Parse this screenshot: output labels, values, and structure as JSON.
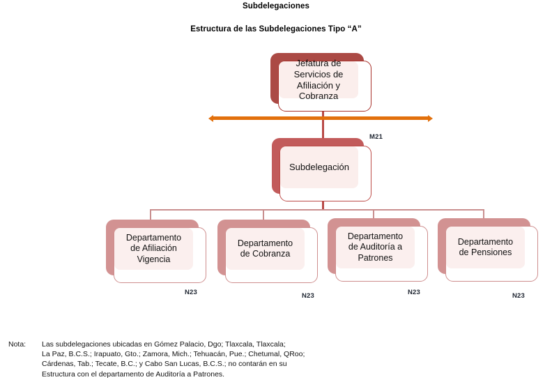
{
  "titles": {
    "main": "Subdelegaciones",
    "sub": "Estructura de las Subdelegaciones Tipo “A”"
  },
  "colors": {
    "top_shadow": "#AB4A45",
    "top_border": "#A8322C",
    "mid_shadow": "#C25B5B",
    "mid_border": "#BD4C48",
    "dept_shadow": "#D29292",
    "dept_border": "#CE8D8D",
    "plate_fill": "#FBEEEC",
    "connector": "#C98F8F",
    "connector_dark": "#B94A47",
    "arrow": "#E2700C",
    "text": "#111111",
    "code_tag": "#1D2430"
  },
  "chart_data": {
    "type": "diagram",
    "diagram_kind": "organizational-chart",
    "title": "Estructura de las Subdelegaciones Tipo “A”",
    "nodes": [
      {
        "id": "jefatura",
        "label": "Jefatura de Servicios de Afiliación y Cobranza",
        "level": 0,
        "code": ""
      },
      {
        "id": "subdel",
        "label": "Subdelegación",
        "level": 1,
        "code": "M21"
      },
      {
        "id": "afiliacion",
        "label": "Departamento de Afiliación Vigencia",
        "level": 2,
        "code": "N23"
      },
      {
        "id": "cobranza",
        "label": "Departamento de Cobranza",
        "level": 2,
        "code": "N23"
      },
      {
        "id": "auditoria",
        "label": "Departamento de Auditoría a Patrones",
        "level": 2,
        "code": "N23"
      },
      {
        "id": "pensiones",
        "label": "Departamento de Pensiones",
        "level": 2,
        "code": "N23"
      }
    ],
    "edges": [
      {
        "from": "jefatura",
        "to": "subdel"
      },
      {
        "from": "subdel",
        "to": "afiliacion"
      },
      {
        "from": "subdel",
        "to": "cobranza"
      },
      {
        "from": "subdel",
        "to": "auditoria"
      },
      {
        "from": "subdel",
        "to": "pensiones"
      }
    ],
    "annotations": [
      {
        "kind": "double-arrow",
        "color": "#E2700C",
        "meaning": "separador de nivel jerárquico"
      }
    ]
  },
  "nodes": {
    "jefatura": {
      "line1": "Jefatura de",
      "line2": "Servicios de",
      "line3": "Afiliación y",
      "line4": "Cobranza"
    },
    "subdelegacion": {
      "label": "Subdelegación",
      "code": "M21"
    },
    "departamentos": [
      {
        "line1": "Departamento",
        "line2": "de Afiliación",
        "line3": "Vigencia",
        "code": "N23"
      },
      {
        "line1": "Departamento",
        "line2": "de Cobranza",
        "line3": "",
        "code": "N23"
      },
      {
        "line1": "Departamento",
        "line2": "de Auditoría a",
        "line3": "Patrones",
        "code": "N23"
      },
      {
        "line1": "Departamento",
        "line2": "de Pensiones",
        "line3": "",
        "code": "N23"
      }
    ]
  },
  "note": {
    "label": "Nota:",
    "line1": "Las subdelegaciones ubicadas en Gómez Palacio, Dgo; Tlaxcala, Tlaxcala;",
    "line2": "La Paz, B.C.S.; Irapuato, Gto.; Zamora, Mich.; Tehuacán, Pue.; Chetumal, QRoo;",
    "line3": "Cárdenas, Tab.; Tecate, B.C.; y Cabo San Lucas, B.C.S.; no contarán en su",
    "line4": "Estructura con el departamento de Auditoría a Patrones."
  }
}
